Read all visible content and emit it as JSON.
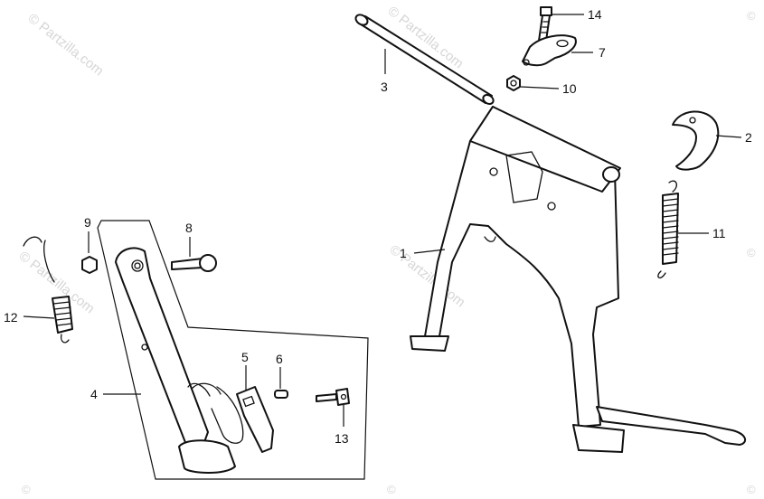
{
  "watermark": {
    "text": "© Partzilla.com",
    "corner_symbol": "©"
  },
  "callouts": [
    {
      "id": "c1",
      "number": "1"
    },
    {
      "id": "c2",
      "number": "2"
    },
    {
      "id": "c3",
      "number": "3"
    },
    {
      "id": "c4",
      "number": "4"
    },
    {
      "id": "c5",
      "number": "5"
    },
    {
      "id": "c6",
      "number": "6"
    },
    {
      "id": "c7",
      "number": "7"
    },
    {
      "id": "c8",
      "number": "8"
    },
    {
      "id": "c9",
      "number": "9"
    },
    {
      "id": "c10",
      "number": "10"
    },
    {
      "id": "c11",
      "number": "11"
    },
    {
      "id": "c12",
      "number": "12"
    },
    {
      "id": "c13",
      "number": "13"
    },
    {
      "id": "c14",
      "number": "14"
    }
  ]
}
